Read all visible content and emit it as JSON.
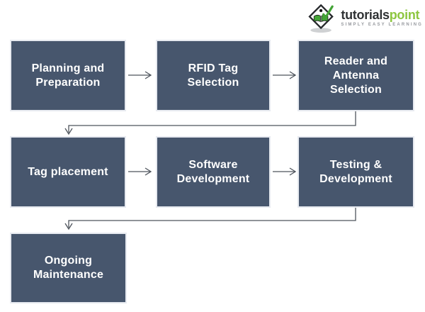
{
  "logo": {
    "brand_primary": "tutorials",
    "brand_accent": "point",
    "tagline": "SIMPLY EASY LEARNING",
    "colors": {
      "accent_green": "#8DC63F",
      "icon_green": "#43A336",
      "brand_text": "#2F3234",
      "tagline_gray": "#96999E"
    }
  },
  "flowchart": {
    "type": "flowchart",
    "colors": {
      "box_fill": "#47566D",
      "box_border": "#E7EAF0",
      "box_text": "#FFFFFF",
      "connector": "#4E545C"
    },
    "nodes": [
      {
        "label": "Planning and\nPreparation"
      },
      {
        "label": "RFID Tag\nSelection"
      },
      {
        "label": "Reader and\nAntenna\nSelection"
      },
      {
        "label": "Tag placement"
      },
      {
        "label": "Software\nDevelopment"
      },
      {
        "label": "Testing &\nDevelopment"
      },
      {
        "label": "Ongoing\nMaintenance"
      }
    ],
    "edges": [
      {
        "from": "Planning and Preparation",
        "to": "RFID Tag Selection"
      },
      {
        "from": "RFID Tag Selection",
        "to": "Reader and Antenna Selection"
      },
      {
        "from": "Reader and Antenna Selection",
        "to": "Tag placement"
      },
      {
        "from": "Tag placement",
        "to": "Software Development"
      },
      {
        "from": "Software Development",
        "to": "Testing & Development"
      },
      {
        "from": "Testing & Development",
        "to": "Ongoing Maintenance"
      }
    ]
  }
}
